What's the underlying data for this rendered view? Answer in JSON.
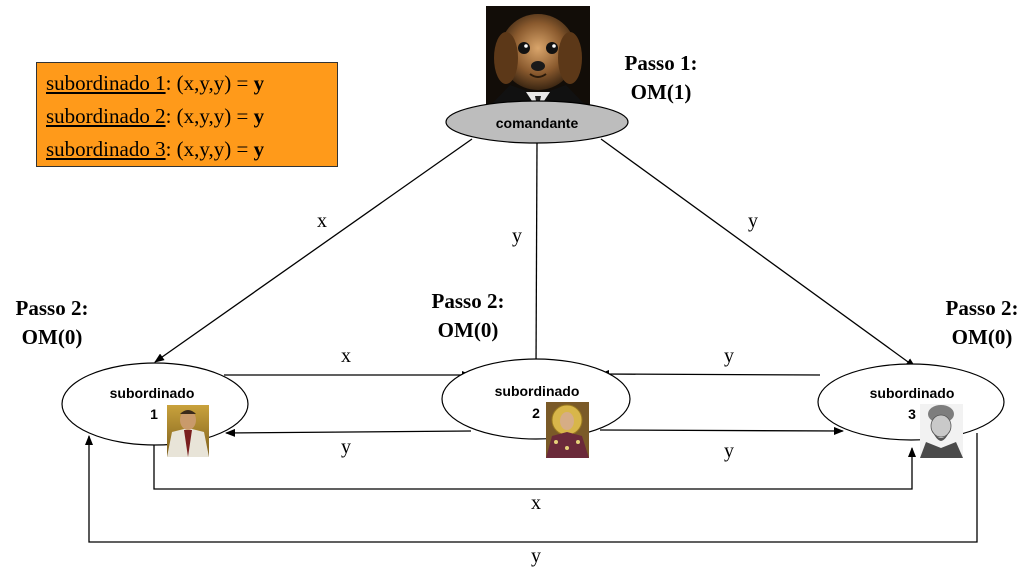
{
  "legend": {
    "rows": [
      {
        "name": "subordinado 1",
        "expr": ": (x,y,y) = ",
        "value": "y"
      },
      {
        "name": "subordinado 2",
        "expr": ": (x,y,y) = ",
        "value": "y"
      },
      {
        "name": "subordinado 3",
        "expr": ": (x,y,y) = ",
        "value": "y"
      }
    ]
  },
  "steps": {
    "commander": {
      "line1": "Passo 1:",
      "line2": "OM(1)"
    },
    "sub1": {
      "line1": "Passo 2:",
      "line2": "OM(0)"
    },
    "sub2": {
      "line1": "Passo 2:",
      "line2": "OM(0)"
    },
    "sub3": {
      "line1": "Passo 2:",
      "line2": "OM(0)"
    }
  },
  "nodes": {
    "commander": {
      "label": "comandante"
    },
    "sub1": {
      "label": "subordinado",
      "number": "1"
    },
    "sub2": {
      "label": "subordinado",
      "number": "2"
    },
    "sub3": {
      "label": "subordinado",
      "number": "3"
    }
  },
  "edges": {
    "cmd_to_sub1": "x",
    "cmd_to_sub2": "y",
    "cmd_to_sub3": "y",
    "sub1_to_sub2": "x",
    "sub2_to_sub1": "y",
    "sub3_to_sub2": "y",
    "sub2_to_sub3": "y",
    "sub1_to_sub3": "x",
    "sub3_to_sub1": "y"
  }
}
